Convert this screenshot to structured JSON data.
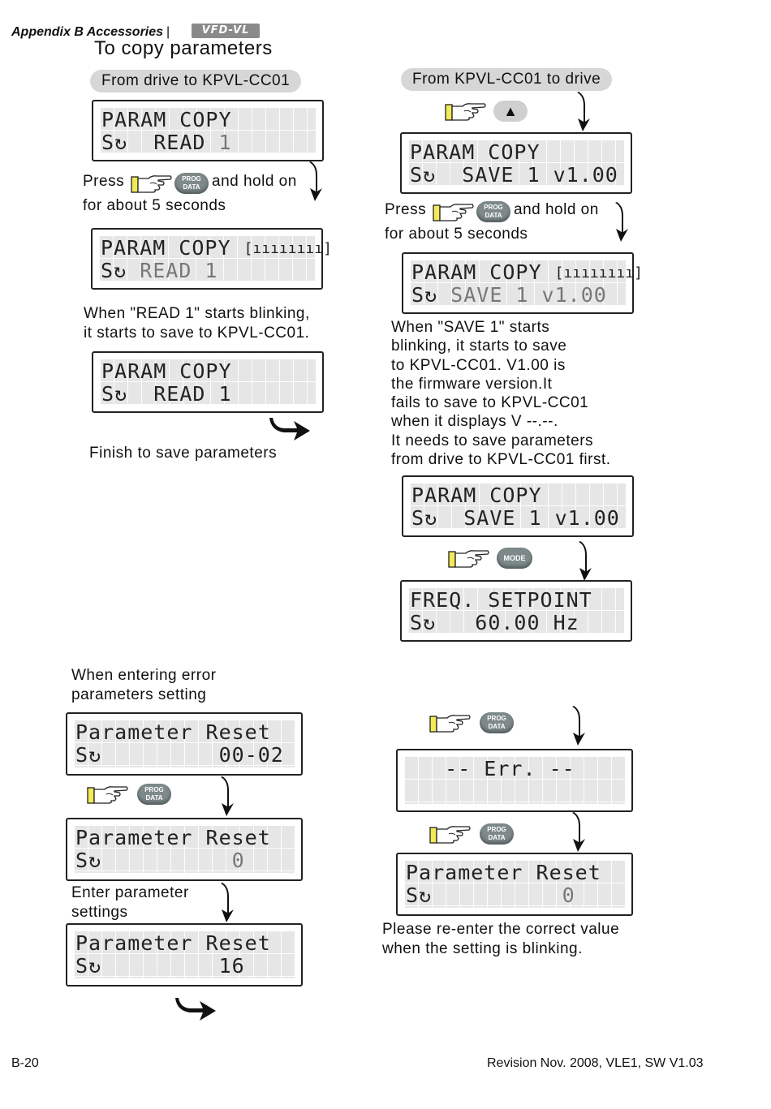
{
  "header": {
    "section": "Appendix B  Accessories",
    "separator": "|",
    "logo": "VFD-VL"
  },
  "title": "To copy parameters",
  "left_flow": {
    "pill": "From drive to KPVL-CC01",
    "lcd1": {
      "line1": "PARAM COPY",
      "line2_prefix": "S",
      "line2_text": "  READ ",
      "line2_blink": "1"
    },
    "press_before": "Press",
    "press_after": "and hold on",
    "press_line2": "for about 5 seconds",
    "lcd2": {
      "line1": "PARAM COPY",
      "line2_prefix": "S",
      "line2_text": " READ 1"
    },
    "note": [
      "When \"READ 1\" starts blinking,",
      "it starts to save to KPVL-CC01."
    ],
    "lcd3": {
      "line1": "PARAM COPY",
      "line2_prefix": "S",
      "line2_text": "  READ 1"
    },
    "finish": "Finish to save parameters"
  },
  "right_flow": {
    "pill": "From KPVL-CC01 to drive",
    "up_key": "▲",
    "lcd1": {
      "line1": "PARAM COPY",
      "line2_prefix": "S",
      "line2_text": "  SAVE 1 v1.00"
    },
    "press_before": "Press",
    "press_after": "and hold on",
    "press_line2": "for about 5 seconds",
    "lcd2": {
      "line1": "PARAM COPY",
      "line2_prefix": "S",
      "line2_text": " SAVE 1 v1.00"
    },
    "note": [
      "When \"SAVE 1\" starts",
      "blinking, it starts to save",
      "to KPVL-CC01. V1.00 is",
      "the firmware version.It",
      "fails to save to KPVL-CC01",
      "when it displays V --.--.",
      "It needs to save parameters",
      "from drive to KPVL-CC01 first."
    ],
    "lcd3": {
      "line1": "PARAM COPY",
      "line2_prefix": "S",
      "line2_text": "  SAVE 1 v1.00"
    },
    "mode_key": "MODE",
    "lcd4": {
      "line1": "FREQ. SETPOINT",
      "line2_prefix": "S",
      "line2_text": "   60.00 Hz"
    }
  },
  "error_left": {
    "heading": [
      "When entering error",
      "parameters setting"
    ],
    "lcd1": {
      "line1": "Parameter Reset",
      "line2_prefix": "S",
      "line2_text": "         00-02"
    },
    "lcd2": {
      "line1": "Parameter Reset",
      "line2_prefix": "S",
      "line2_text": "          0"
    },
    "enter": [
      "Enter parameter",
      "settings"
    ],
    "lcd3": {
      "line1": "Parameter Reset",
      "line2_prefix": "S",
      "line2_text": "         16"
    }
  },
  "error_right": {
    "lcd1": {
      "line1": "   -- Err. --",
      "line2_text": ""
    },
    "lcd2": {
      "line1": "Parameter Reset",
      "line2_prefix": "S",
      "line2_text": "          0"
    },
    "note": [
      "Please re-enter the correct value",
      "when the setting is blinking."
    ]
  },
  "keys": {
    "prog_top": "PROG",
    "prog_bottom": "DATA"
  },
  "footer": {
    "page": "B-20",
    "revision": "Revision Nov. 2008, VLE1, SW V1.03"
  }
}
